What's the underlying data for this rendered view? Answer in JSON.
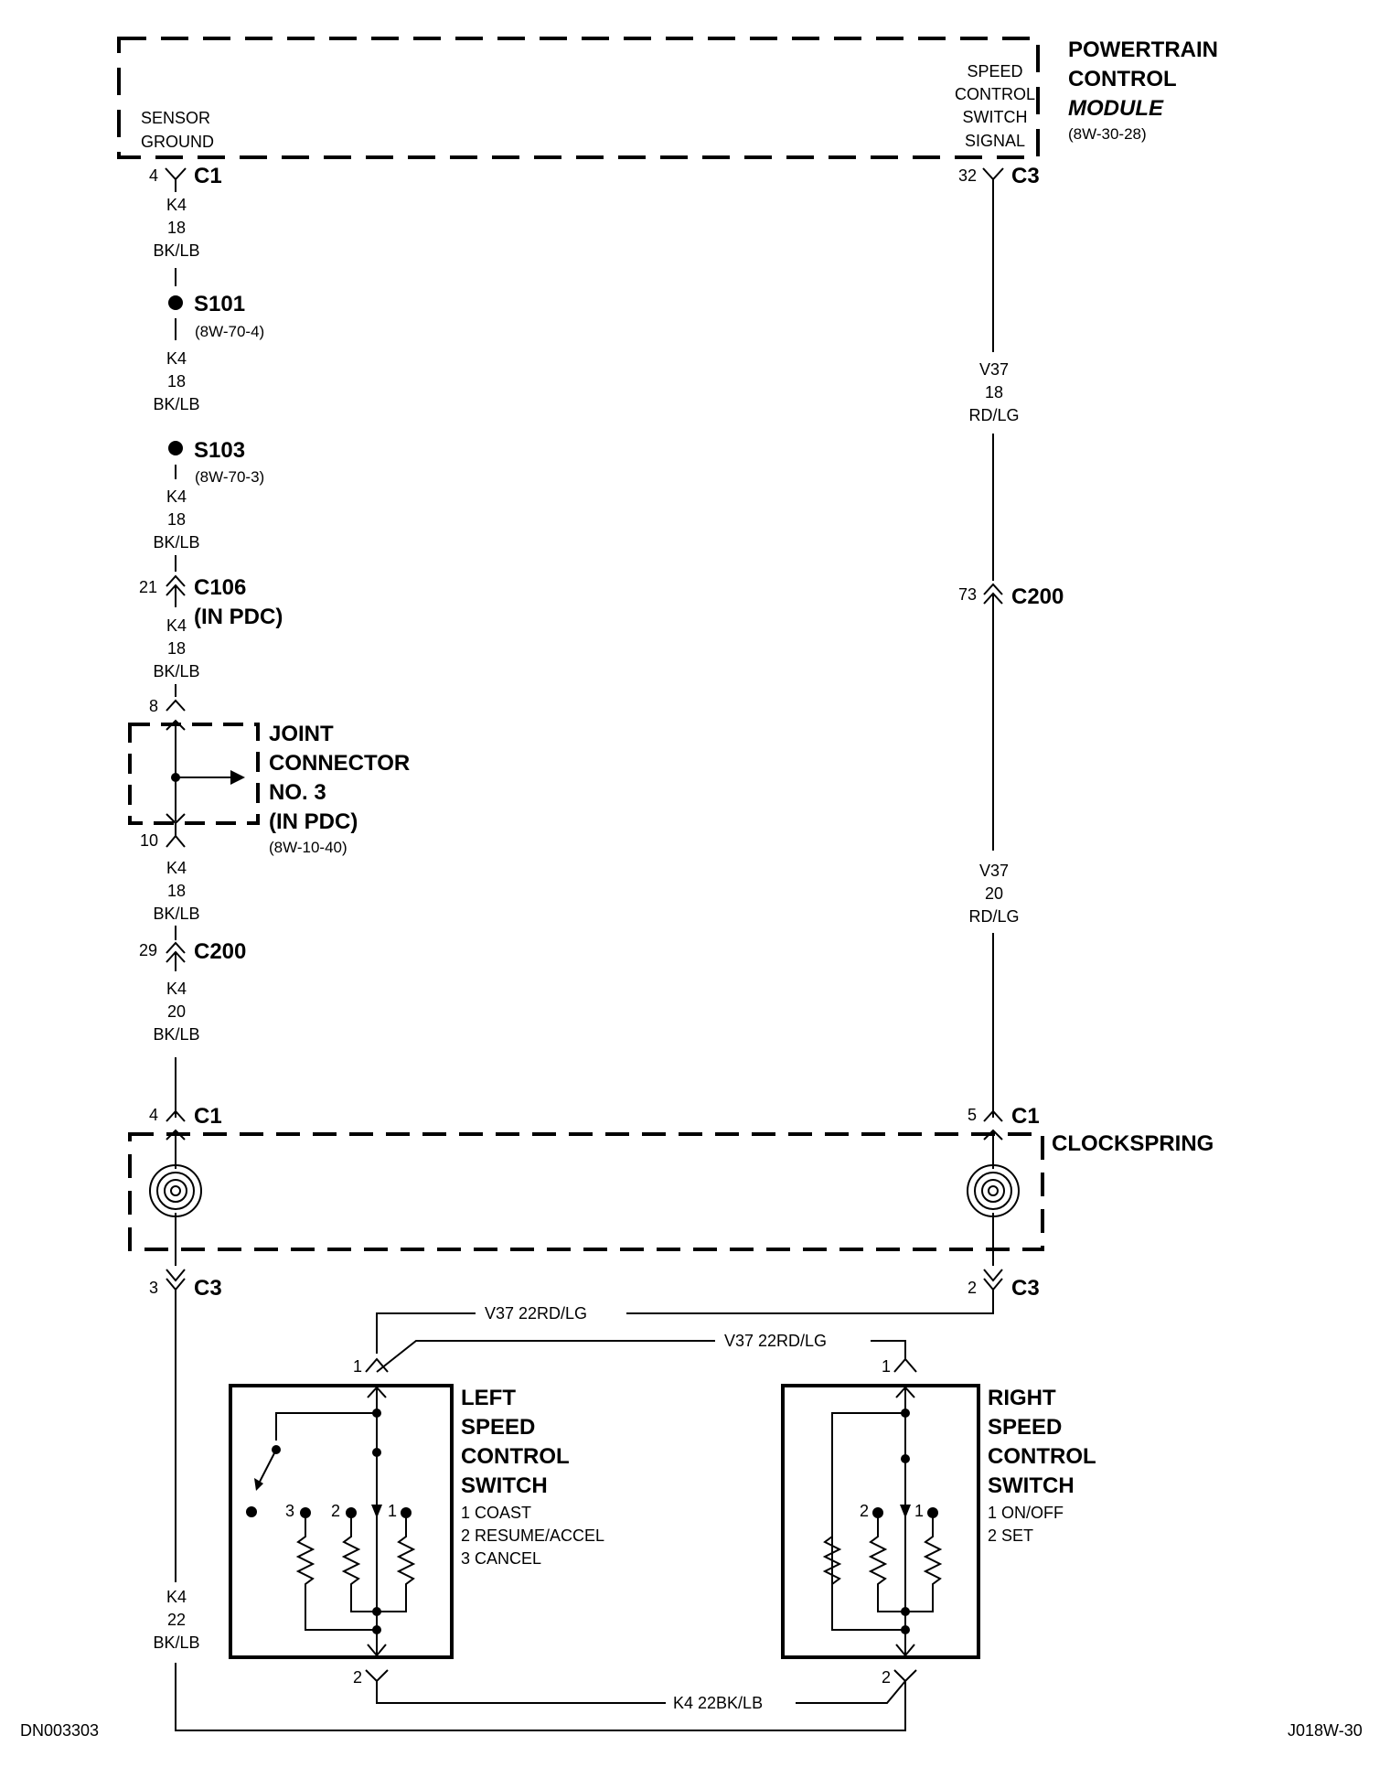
{
  "pcm": {
    "title_line1": "POWERTRAIN",
    "title_line2": "CONTROL",
    "title_line3": "MODULE",
    "ref": "(8W-30-28)",
    "sensor_ground_line1": "SENSOR",
    "sensor_ground_line2": "GROUND",
    "speed_line1": "SPEED",
    "speed_line2": "CONTROL",
    "speed_line3": "SWITCH",
    "speed_line4": "SIGNAL",
    "pin_left": "4",
    "conn_left": "C1",
    "pin_right": "32",
    "conn_right": "C3"
  },
  "left_wire": {
    "seg1": [
      "K4",
      "18",
      "BK/LB"
    ],
    "seg2": [
      "K4",
      "18",
      "BK/LB"
    ],
    "seg3": [
      "K4",
      "18",
      "BK/LB"
    ],
    "seg4": [
      "K4",
      "18",
      "BK/LB"
    ],
    "seg5": [
      "K4",
      "18",
      "BK/LB"
    ],
    "seg6": [
      "K4",
      "20",
      "BK/LB"
    ],
    "seg7": [
      "K4",
      "22",
      "BK/LB"
    ]
  },
  "splices": {
    "s101": "S101",
    "s101_ref": "(8W-70-4)",
    "s103": "S103",
    "s103_ref": "(8W-70-3)"
  },
  "c106": {
    "pin": "21",
    "name": "C106",
    "sub": "(IN PDC)"
  },
  "joint": {
    "pin_top": "8",
    "pin_bottom": "10",
    "line1": "JOINT",
    "line2": "CONNECTOR",
    "line3": "NO. 3",
    "line4": "(IN PDC)",
    "ref": "(8W-10-40)"
  },
  "c200_left": {
    "pin": "29",
    "name": "C200"
  },
  "right_wire": {
    "seg1": [
      "V37",
      "18",
      "RD/LG"
    ],
    "seg2": [
      "V37",
      "20",
      "RD/LG"
    ]
  },
  "c200_right": {
    "pin": "73",
    "name": "C200"
  },
  "clockspring": {
    "title": "CLOCKSPRING",
    "pin_left_top": "4",
    "conn_left_top": "C1",
    "pin_right_top": "5",
    "conn_right_top": "C1",
    "pin_left_bottom": "3",
    "conn_left_bottom": "C3",
    "pin_right_bottom": "2",
    "conn_right_bottom": "C3"
  },
  "bus": {
    "v37_top": "V37    22RD/LG",
    "v37_cross": "V37    22RD/LG",
    "k4_bottom": "K4    22BK/LB"
  },
  "left_switch": {
    "line1": "LEFT",
    "line2": "SPEED",
    "line3": "CONTROL",
    "line4": "SWITCH",
    "opt1": "1 COAST",
    "opt2": "2 RESUME/ACCEL",
    "opt3": "3 CANCEL",
    "pin_top": "1",
    "pin_bottom": "2",
    "n3": "3",
    "n2": "2",
    "n1": "1"
  },
  "right_switch": {
    "line1": "RIGHT",
    "line2": "SPEED",
    "line3": "CONTROL",
    "line4": "SWITCH",
    "opt1": "1 ON/OFF",
    "opt2": "2 SET",
    "pin_top": "1",
    "pin_bottom": "2",
    "n2": "2",
    "n1": "1"
  },
  "footer": {
    "left": "DN003303",
    "right": "J018W-30"
  }
}
